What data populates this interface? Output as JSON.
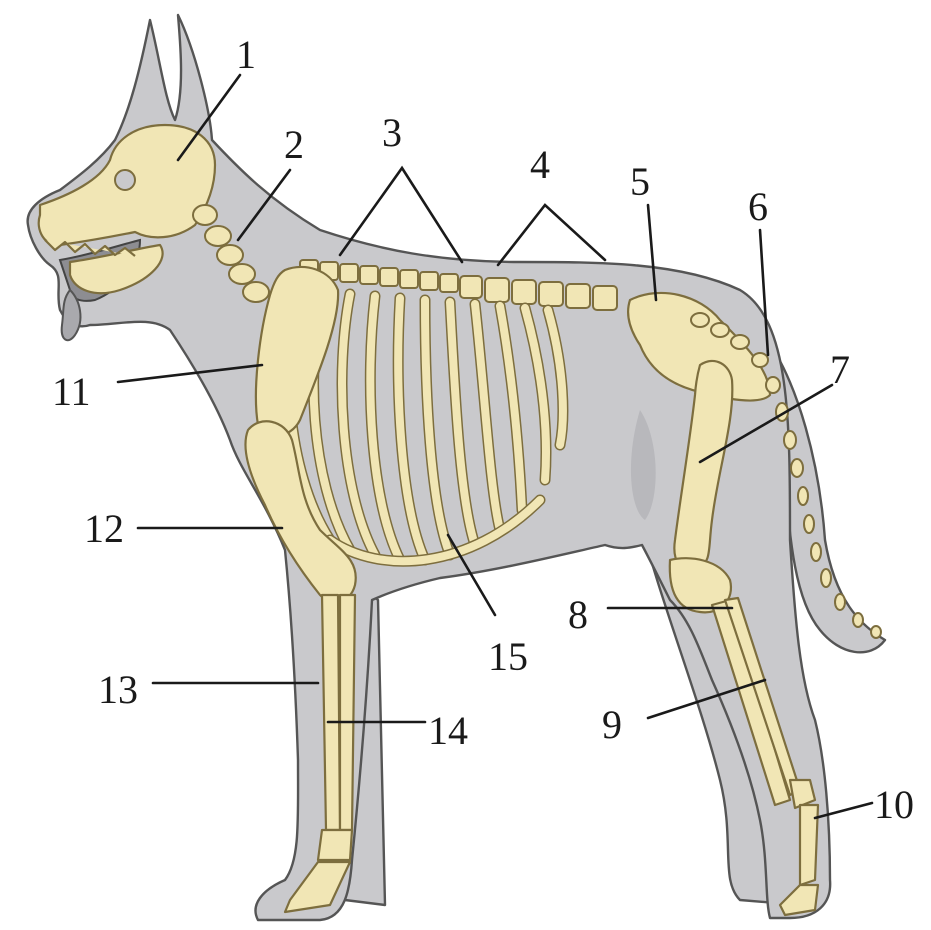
{
  "labels": [
    {
      "id": "l1",
      "text": "1"
    },
    {
      "id": "l2",
      "text": "2"
    },
    {
      "id": "l3",
      "text": "3"
    },
    {
      "id": "l4",
      "text": "4"
    },
    {
      "id": "l5",
      "text": "5"
    },
    {
      "id": "l6",
      "text": "6"
    },
    {
      "id": "l7",
      "text": "7"
    },
    {
      "id": "l8",
      "text": "8"
    },
    {
      "id": "l9",
      "text": "9"
    },
    {
      "id": "l10",
      "text": "10"
    },
    {
      "id": "l11",
      "text": "11"
    },
    {
      "id": "l12",
      "text": "12"
    },
    {
      "id": "l13",
      "text": "13"
    },
    {
      "id": "l14",
      "text": "14"
    },
    {
      "id": "l15",
      "text": "15"
    }
  ],
  "colors": {
    "body": "#c9c9cc",
    "bone": "#f1e6b5",
    "outline": "#555555",
    "text": "#1a1a1a"
  }
}
